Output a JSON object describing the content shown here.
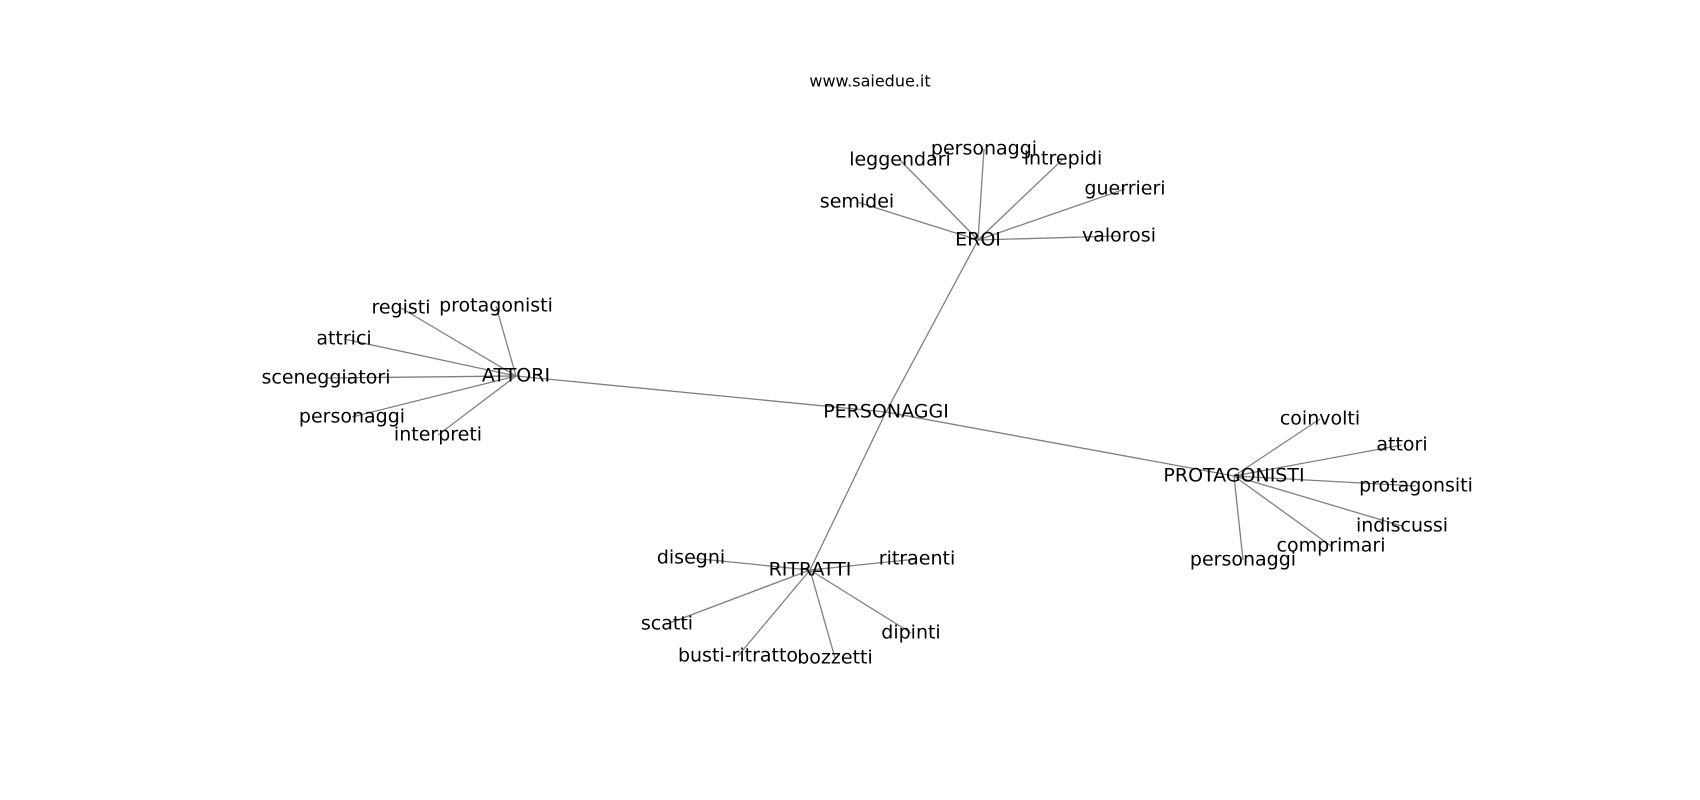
{
  "source": "www.saiedue.it",
  "colors": {
    "edge": "#808080",
    "text": "#000000",
    "background": "#ffffff"
  },
  "graph": {
    "root": "PERSONAGGI",
    "nodes": [
      {
        "id": "root",
        "label": "PERSONAGGI"
      },
      {
        "id": "eroi",
        "label": "EROI"
      },
      {
        "id": "attori",
        "label": "ATTORI"
      },
      {
        "id": "protagonisti",
        "label": "PROTAGONISTI"
      },
      {
        "id": "ritratti",
        "label": "RITRATTI"
      },
      {
        "id": "eroi-leggendari",
        "label": "leggendari"
      },
      {
        "id": "eroi-personaggi",
        "label": "personaggi"
      },
      {
        "id": "eroi-intrepidi",
        "label": "intrepidi"
      },
      {
        "id": "eroi-guerrieri",
        "label": "guerrieri"
      },
      {
        "id": "eroi-semidei",
        "label": "semidei"
      },
      {
        "id": "eroi-valorosi",
        "label": "valorosi"
      },
      {
        "id": "attori-registi",
        "label": "registi"
      },
      {
        "id": "attori-protagonisti",
        "label": "protagonisti"
      },
      {
        "id": "attori-attrici",
        "label": "attrici"
      },
      {
        "id": "attori-sceneggiatori",
        "label": "sceneggiatori"
      },
      {
        "id": "attori-personaggi",
        "label": "personaggi"
      },
      {
        "id": "attori-interpreti",
        "label": "interpreti"
      },
      {
        "id": "prot-coinvolti",
        "label": "coinvolti"
      },
      {
        "id": "prot-attori",
        "label": "attori"
      },
      {
        "id": "prot-protagonsiti",
        "label": "protagonsiti"
      },
      {
        "id": "prot-indiscussi",
        "label": "indiscussi"
      },
      {
        "id": "prot-comprimari",
        "label": "comprimari"
      },
      {
        "id": "prot-personaggi",
        "label": "personaggi"
      },
      {
        "id": "rit-disegni",
        "label": "disegni"
      },
      {
        "id": "rit-ritraenti",
        "label": "ritraenti"
      },
      {
        "id": "rit-scatti",
        "label": "scatti"
      },
      {
        "id": "rit-busti",
        "label": "busti-ritratto"
      },
      {
        "id": "rit-bozzetti",
        "label": "bozzetti"
      },
      {
        "id": "rit-dipinti",
        "label": "dipinti"
      }
    ],
    "edges": [
      [
        "root",
        "eroi"
      ],
      [
        "root",
        "attori"
      ],
      [
        "root",
        "protagonisti"
      ],
      [
        "root",
        "ritratti"
      ],
      [
        "eroi",
        "eroi-leggendari"
      ],
      [
        "eroi",
        "eroi-personaggi"
      ],
      [
        "eroi",
        "eroi-intrepidi"
      ],
      [
        "eroi",
        "eroi-guerrieri"
      ],
      [
        "eroi",
        "eroi-semidei"
      ],
      [
        "eroi",
        "eroi-valorosi"
      ],
      [
        "attori",
        "attori-registi"
      ],
      [
        "attori",
        "attori-protagonisti"
      ],
      [
        "attori",
        "attori-attrici"
      ],
      [
        "attori",
        "attori-sceneggiatori"
      ],
      [
        "attori",
        "attori-personaggi"
      ],
      [
        "attori",
        "attori-interpreti"
      ],
      [
        "protagonisti",
        "prot-coinvolti"
      ],
      [
        "protagonisti",
        "prot-attori"
      ],
      [
        "protagonisti",
        "prot-protagonsiti"
      ],
      [
        "protagonisti",
        "prot-indiscussi"
      ],
      [
        "protagonisti",
        "prot-comprimari"
      ],
      [
        "protagonisti",
        "prot-personaggi"
      ],
      [
        "ritratti",
        "rit-disegni"
      ],
      [
        "ritratti",
        "rit-ritraenti"
      ],
      [
        "ritratti",
        "rit-scatti"
      ],
      [
        "ritratti",
        "rit-busti"
      ],
      [
        "ritratti",
        "rit-bozzetti"
      ],
      [
        "ritratti",
        "rit-dipinti"
      ]
    ]
  }
}
